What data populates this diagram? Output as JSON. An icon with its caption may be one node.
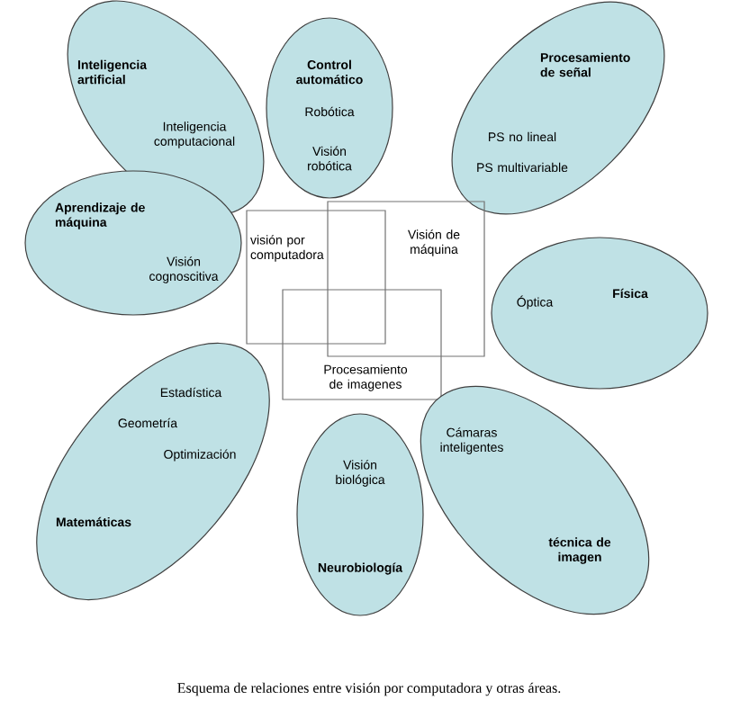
{
  "diagram": {
    "caption": "Esquema de relaciones entre visión por computadora y otras áreas.",
    "nodes": [
      {
        "text": [
          "Inteligencia artificial",
          "Inteligencia computacional"
        ]
      },
      {
        "text": [
          "Control automático",
          "Robótica",
          "Visión robótica"
        ]
      },
      {
        "text": [
          "Procesamiento de señal",
          "PS no lineal",
          "PS multivariable"
        ]
      },
      {
        "text": [
          "Aprendizaje de máquina",
          "Visión cognoscitiva"
        ]
      },
      {
        "text": [
          "visión por computadora"
        ]
      },
      {
        "text": [
          "Visión de máquina"
        ]
      },
      {
        "text": [
          "Procesamiento de imagenes"
        ]
      },
      {
        "text": [
          "Óptica",
          "Física"
        ]
      },
      {
        "text": [
          "Estadística",
          "Geometría",
          "Optimización",
          "Matemáticas"
        ]
      },
      {
        "text": [
          "Visión biológica",
          "Neurobiología"
        ]
      },
      {
        "text": [
          "Cámaras inteligentes",
          "técnica de imagen"
        ]
      }
    ]
  }
}
